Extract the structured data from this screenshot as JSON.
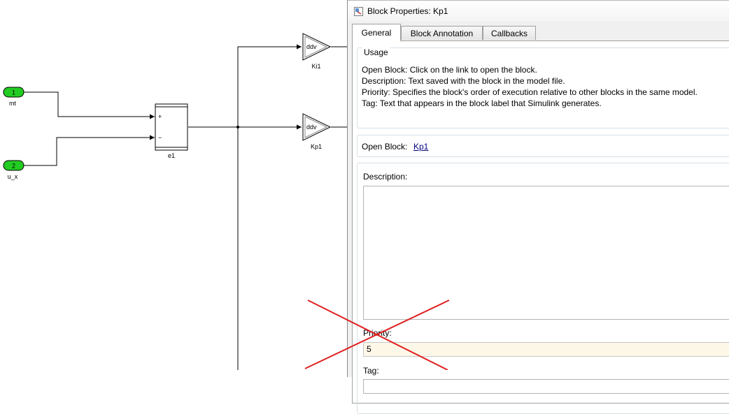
{
  "diagram": {
    "inports": [
      {
        "number": "1",
        "label": "mt"
      },
      {
        "number": "2",
        "label": "u_x"
      }
    ],
    "sum_block": {
      "label": "e1",
      "signs": [
        "+",
        "−"
      ]
    },
    "gains": [
      {
        "text": "ddv",
        "label": "Ki1"
      },
      {
        "text": "ddv",
        "label": "Kp1"
      }
    ]
  },
  "dialog": {
    "title": "Block Properties: Kp1",
    "tabs": [
      "General",
      "Block Annotation",
      "Callbacks"
    ],
    "active_tab": "General",
    "usage": {
      "legend": "Usage",
      "lines": [
        "Open Block: Click on the link to open the block.",
        "Description: Text saved with the block in the model file.",
        "Priority: Specifies the block's order of execution relative to other blocks in the same model.",
        "Tag: Text that appears in the block label that Simulink generates."
      ]
    },
    "open_block": {
      "label": "Open Block:",
      "link": "Kp1"
    },
    "description": {
      "label": "Description:",
      "value": ""
    },
    "priority": {
      "label": "Priority:",
      "value": "5"
    },
    "tag": {
      "label": "Tag:",
      "value": ""
    }
  },
  "colors": {
    "inport_fill": "#22cc22",
    "annotation_cross": "#e02020",
    "priority_field_bg": "#fdf7e8",
    "link": "#000080"
  }
}
